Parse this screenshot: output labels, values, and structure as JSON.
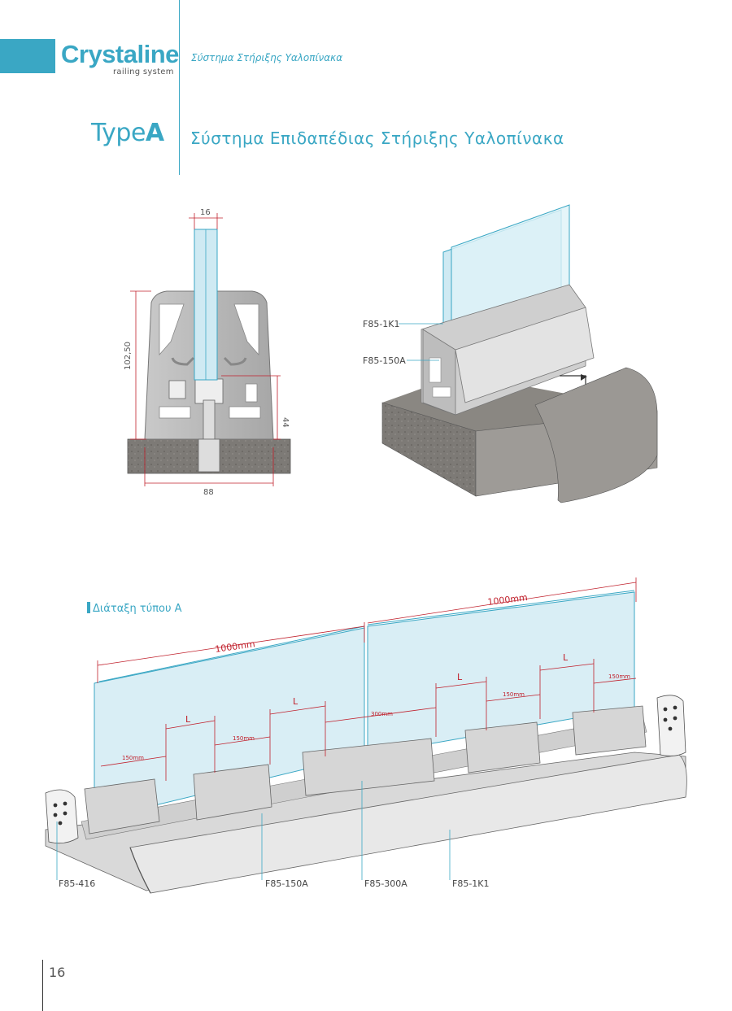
{
  "header": {
    "brand": "Crystaline",
    "brand_sub": "railing system",
    "subtitle": "Σύστημα Στήριξης Υαλοπίνακα"
  },
  "title": {
    "type_prefix": "Type",
    "type_letter": "A",
    "description": "Σύστημα Επιδαπέδιας Στήριξης Υαλοπίνακα"
  },
  "section_drawing": {
    "dim_top": "16",
    "dim_height": "102,50",
    "dim_inner": "44",
    "dim_width": "88"
  },
  "section_3d": {
    "label_1": "F85-1K1",
    "label_2": "F85-150A"
  },
  "layout_section": {
    "label": "Διάταξη τύπου Α",
    "panel_length_1": "1000mm",
    "panel_length_2": "1000mm",
    "spacing_L": "L",
    "dim_150": "150mm",
    "dim_300": "300mm",
    "part_labels": [
      "F85-416",
      "F85-150A",
      "F85-300A",
      "F85-1K1"
    ]
  },
  "page": {
    "number": "16"
  },
  "colors": {
    "accent": "#3aa7c4",
    "dimension_red": "#c0202c",
    "glass": "#cfeaf3"
  }
}
